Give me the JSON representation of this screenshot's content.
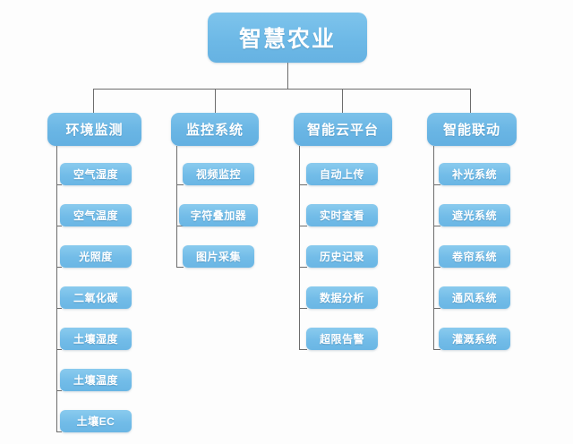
{
  "diagram": {
    "title": "智慧农业",
    "type": "organization-tree",
    "theme": {
      "node_fill": "#6cb8e6",
      "leaf_fill": "#72bce8",
      "text_color": "#ffffff",
      "line_color": "#6c6c6c",
      "background": "#fdfdfd"
    },
    "root": {
      "label": "智慧农业"
    },
    "branches": [
      {
        "label": "环境监测",
        "children": [
          {
            "label": "空气湿度"
          },
          {
            "label": "空气温度"
          },
          {
            "label": "光照度"
          },
          {
            "label": "二氧化碳"
          },
          {
            "label": "土壤湿度"
          },
          {
            "label": "土壤温度"
          },
          {
            "label": "土壤EC"
          }
        ]
      },
      {
        "label": "监控系统",
        "children": [
          {
            "label": "视频监控"
          },
          {
            "label": "字符叠加器"
          },
          {
            "label": "图片采集"
          }
        ]
      },
      {
        "label": "智能云平台",
        "children": [
          {
            "label": "自动上传"
          },
          {
            "label": "实时查看"
          },
          {
            "label": "历史记录"
          },
          {
            "label": "数据分析"
          },
          {
            "label": "超限告警"
          }
        ]
      },
      {
        "label": "智能联动",
        "children": [
          {
            "label": "补光系统"
          },
          {
            "label": "遮光系统"
          },
          {
            "label": "卷帘系统"
          },
          {
            "label": "通风系统"
          },
          {
            "label": "灌溉系统"
          }
        ]
      }
    ]
  }
}
